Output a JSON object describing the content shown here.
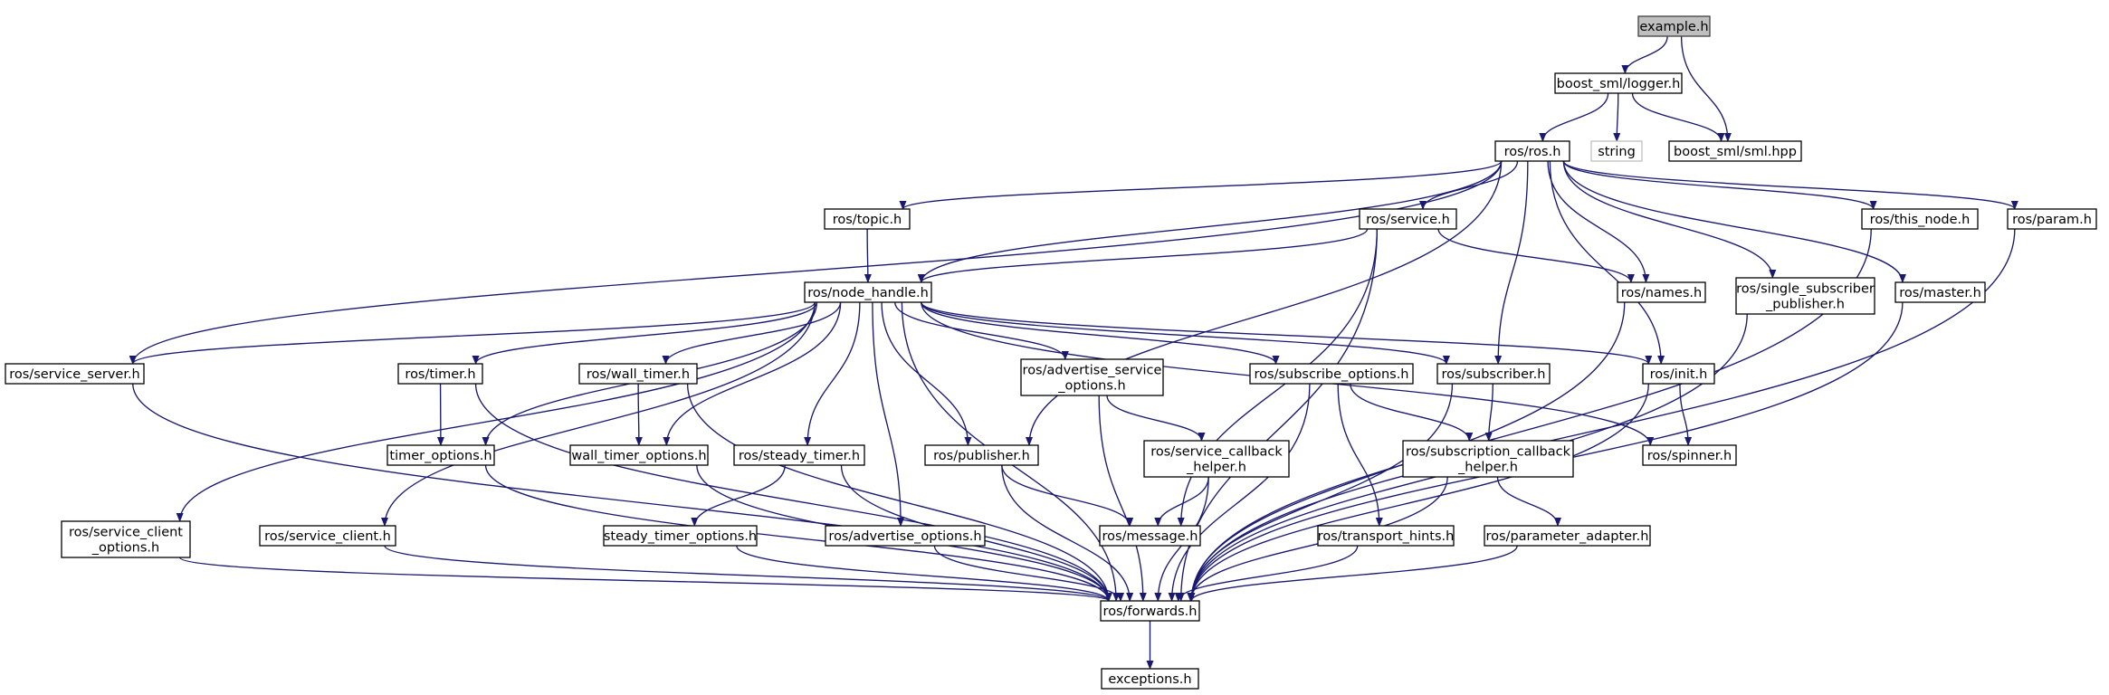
{
  "colors": {
    "edge": "#191970",
    "node_border": "#000000",
    "node_fill": "#ffffff",
    "focus_fill": "#bfbfbf",
    "focus_border": "#404040",
    "external_border": "#bfbfbf"
  },
  "nodes": [
    {
      "id": "example",
      "lines": [
        "example.h"
      ],
      "style": "focus"
    },
    {
      "id": "logger",
      "lines": [
        "boost_sml/logger.h"
      ],
      "style": "normal"
    },
    {
      "id": "string",
      "lines": [
        "string"
      ],
      "style": "external"
    },
    {
      "id": "sml",
      "lines": [
        "boost_sml/sml.hpp"
      ],
      "style": "normal"
    },
    {
      "id": "ros",
      "lines": [
        "ros/ros.h"
      ],
      "style": "normal"
    },
    {
      "id": "topic",
      "lines": [
        "ros/topic.h"
      ],
      "style": "normal"
    },
    {
      "id": "service",
      "lines": [
        "ros/service.h"
      ],
      "style": "normal"
    },
    {
      "id": "this_node",
      "lines": [
        "ros/this_node.h"
      ],
      "style": "normal"
    },
    {
      "id": "param",
      "lines": [
        "ros/param.h"
      ],
      "style": "normal"
    },
    {
      "id": "node_handle",
      "lines": [
        "ros/node_handle.h"
      ],
      "style": "normal"
    },
    {
      "id": "names",
      "lines": [
        "ros/names.h"
      ],
      "style": "normal"
    },
    {
      "id": "single_sub",
      "lines": [
        "ros/single_subscriber",
        "_publisher.h"
      ],
      "style": "normal"
    },
    {
      "id": "master",
      "lines": [
        "ros/master.h"
      ],
      "style": "normal"
    },
    {
      "id": "service_server",
      "lines": [
        "ros/service_server.h"
      ],
      "style": "normal"
    },
    {
      "id": "timer",
      "lines": [
        "ros/timer.h"
      ],
      "style": "normal"
    },
    {
      "id": "wall_timer",
      "lines": [
        "ros/wall_timer.h"
      ],
      "style": "normal"
    },
    {
      "id": "adv_service_opts",
      "lines": [
        "ros/advertise_service",
        "_options.h"
      ],
      "style": "normal"
    },
    {
      "id": "subscribe_opts",
      "lines": [
        "ros/subscribe_options.h"
      ],
      "style": "normal"
    },
    {
      "id": "subscriber",
      "lines": [
        "ros/subscriber.h"
      ],
      "style": "normal"
    },
    {
      "id": "init",
      "lines": [
        "ros/init.h"
      ],
      "style": "normal"
    },
    {
      "id": "timer_opts",
      "lines": [
        "timer_options.h"
      ],
      "style": "normal"
    },
    {
      "id": "wall_timer_opts",
      "lines": [
        "wall_timer_options.h"
      ],
      "style": "normal"
    },
    {
      "id": "steady_timer",
      "lines": [
        "ros/steady_timer.h"
      ],
      "style": "normal"
    },
    {
      "id": "publisher",
      "lines": [
        "ros/publisher.h"
      ],
      "style": "normal"
    },
    {
      "id": "svc_cb_helper",
      "lines": [
        "ros/service_callback",
        "_helper.h"
      ],
      "style": "normal"
    },
    {
      "id": "sub_cb_helper",
      "lines": [
        "ros/subscription_callback",
        "_helper.h"
      ],
      "style": "normal"
    },
    {
      "id": "spinner",
      "lines": [
        "ros/spinner.h"
      ],
      "style": "normal"
    },
    {
      "id": "svc_client_opts",
      "lines": [
        "ros/service_client",
        "_options.h"
      ],
      "style": "normal"
    },
    {
      "id": "svc_client",
      "lines": [
        "ros/service_client.h"
      ],
      "style": "normal"
    },
    {
      "id": "steady_timer_opts",
      "lines": [
        "steady_timer_options.h"
      ],
      "style": "normal"
    },
    {
      "id": "adv_opts",
      "lines": [
        "ros/advertise_options.h"
      ],
      "style": "normal"
    },
    {
      "id": "message",
      "lines": [
        "ros/message.h"
      ],
      "style": "normal"
    },
    {
      "id": "transport_hints",
      "lines": [
        "ros/transport_hints.h"
      ],
      "style": "normal"
    },
    {
      "id": "param_adapter",
      "lines": [
        "ros/parameter_adapter.h"
      ],
      "style": "normal"
    },
    {
      "id": "forwards",
      "lines": [
        "ros/forwards.h"
      ],
      "style": "normal"
    },
    {
      "id": "exceptions",
      "lines": [
        "exceptions.h"
      ],
      "style": "normal"
    }
  ],
  "edges": [
    {
      "from": "example",
      "to": "logger"
    },
    {
      "from": "example",
      "to": "sml"
    },
    {
      "from": "logger",
      "to": "ros"
    },
    {
      "from": "logger",
      "to": "string"
    },
    {
      "from": "logger",
      "to": "sml"
    },
    {
      "from": "ros",
      "to": "topic"
    },
    {
      "from": "ros",
      "to": "service"
    },
    {
      "from": "ros",
      "to": "this_node"
    },
    {
      "from": "ros",
      "to": "param"
    },
    {
      "from": "ros",
      "to": "node_handle"
    },
    {
      "from": "ros",
      "to": "names"
    },
    {
      "from": "ros",
      "to": "single_sub"
    },
    {
      "from": "ros",
      "to": "master"
    },
    {
      "from": "ros",
      "to": "service_server"
    },
    {
      "from": "ros",
      "to": "subscriber"
    },
    {
      "from": "ros",
      "to": "init"
    },
    {
      "from": "ros",
      "to": "publisher"
    },
    {
      "from": "topic",
      "to": "node_handle"
    },
    {
      "from": "service",
      "to": "node_handle"
    },
    {
      "from": "service",
      "to": "names"
    },
    {
      "from": "service",
      "to": "message"
    },
    {
      "from": "service",
      "to": "forwards"
    },
    {
      "from": "this_node",
      "to": "forwards"
    },
    {
      "from": "param",
      "to": "forwards"
    },
    {
      "from": "names",
      "to": "forwards"
    },
    {
      "from": "single_sub",
      "to": "forwards"
    },
    {
      "from": "master",
      "to": "forwards"
    },
    {
      "from": "node_handle",
      "to": "service_server"
    },
    {
      "from": "node_handle",
      "to": "timer"
    },
    {
      "from": "node_handle",
      "to": "wall_timer"
    },
    {
      "from": "node_handle",
      "to": "adv_service_opts"
    },
    {
      "from": "node_handle",
      "to": "subscribe_opts"
    },
    {
      "from": "node_handle",
      "to": "subscriber"
    },
    {
      "from": "node_handle",
      "to": "init"
    },
    {
      "from": "node_handle",
      "to": "timer_opts"
    },
    {
      "from": "node_handle",
      "to": "wall_timer_opts"
    },
    {
      "from": "node_handle",
      "to": "steady_timer"
    },
    {
      "from": "node_handle",
      "to": "publisher"
    },
    {
      "from": "node_handle",
      "to": "spinner"
    },
    {
      "from": "node_handle",
      "to": "svc_client_opts"
    },
    {
      "from": "node_handle",
      "to": "svc_client"
    },
    {
      "from": "node_handle",
      "to": "adv_opts"
    },
    {
      "from": "node_handle",
      "to": "forwards"
    },
    {
      "from": "service_server",
      "to": "forwards"
    },
    {
      "from": "timer",
      "to": "timer_opts"
    },
    {
      "from": "timer",
      "to": "forwards"
    },
    {
      "from": "wall_timer",
      "to": "wall_timer_opts"
    },
    {
      "from": "wall_timer",
      "to": "forwards"
    },
    {
      "from": "adv_service_opts",
      "to": "svc_cb_helper"
    },
    {
      "from": "adv_service_opts",
      "to": "forwards"
    },
    {
      "from": "subscribe_opts",
      "to": "sub_cb_helper"
    },
    {
      "from": "subscribe_opts",
      "to": "transport_hints"
    },
    {
      "from": "subscribe_opts",
      "to": "forwards"
    },
    {
      "from": "subscriber",
      "to": "sub_cb_helper"
    },
    {
      "from": "subscriber",
      "to": "forwards"
    },
    {
      "from": "init",
      "to": "spinner"
    },
    {
      "from": "init",
      "to": "forwards"
    },
    {
      "from": "timer_opts",
      "to": "forwards"
    },
    {
      "from": "wall_timer_opts",
      "to": "forwards"
    },
    {
      "from": "steady_timer",
      "to": "steady_timer_opts"
    },
    {
      "from": "steady_timer",
      "to": "forwards"
    },
    {
      "from": "publisher",
      "to": "message"
    },
    {
      "from": "publisher",
      "to": "forwards"
    },
    {
      "from": "svc_cb_helper",
      "to": "message"
    },
    {
      "from": "svc_cb_helper",
      "to": "forwards"
    },
    {
      "from": "sub_cb_helper",
      "to": "param_adapter"
    },
    {
      "from": "sub_cb_helper",
      "to": "forwards"
    },
    {
      "from": "svc_client_opts",
      "to": "forwards"
    },
    {
      "from": "svc_client",
      "to": "forwards"
    },
    {
      "from": "steady_timer_opts",
      "to": "forwards"
    },
    {
      "from": "adv_opts",
      "to": "forwards"
    },
    {
      "from": "transport_hints",
      "to": "forwards"
    },
    {
      "from": "param_adapter",
      "to": "forwards"
    },
    {
      "from": "forwards",
      "to": "exceptions"
    }
  ]
}
